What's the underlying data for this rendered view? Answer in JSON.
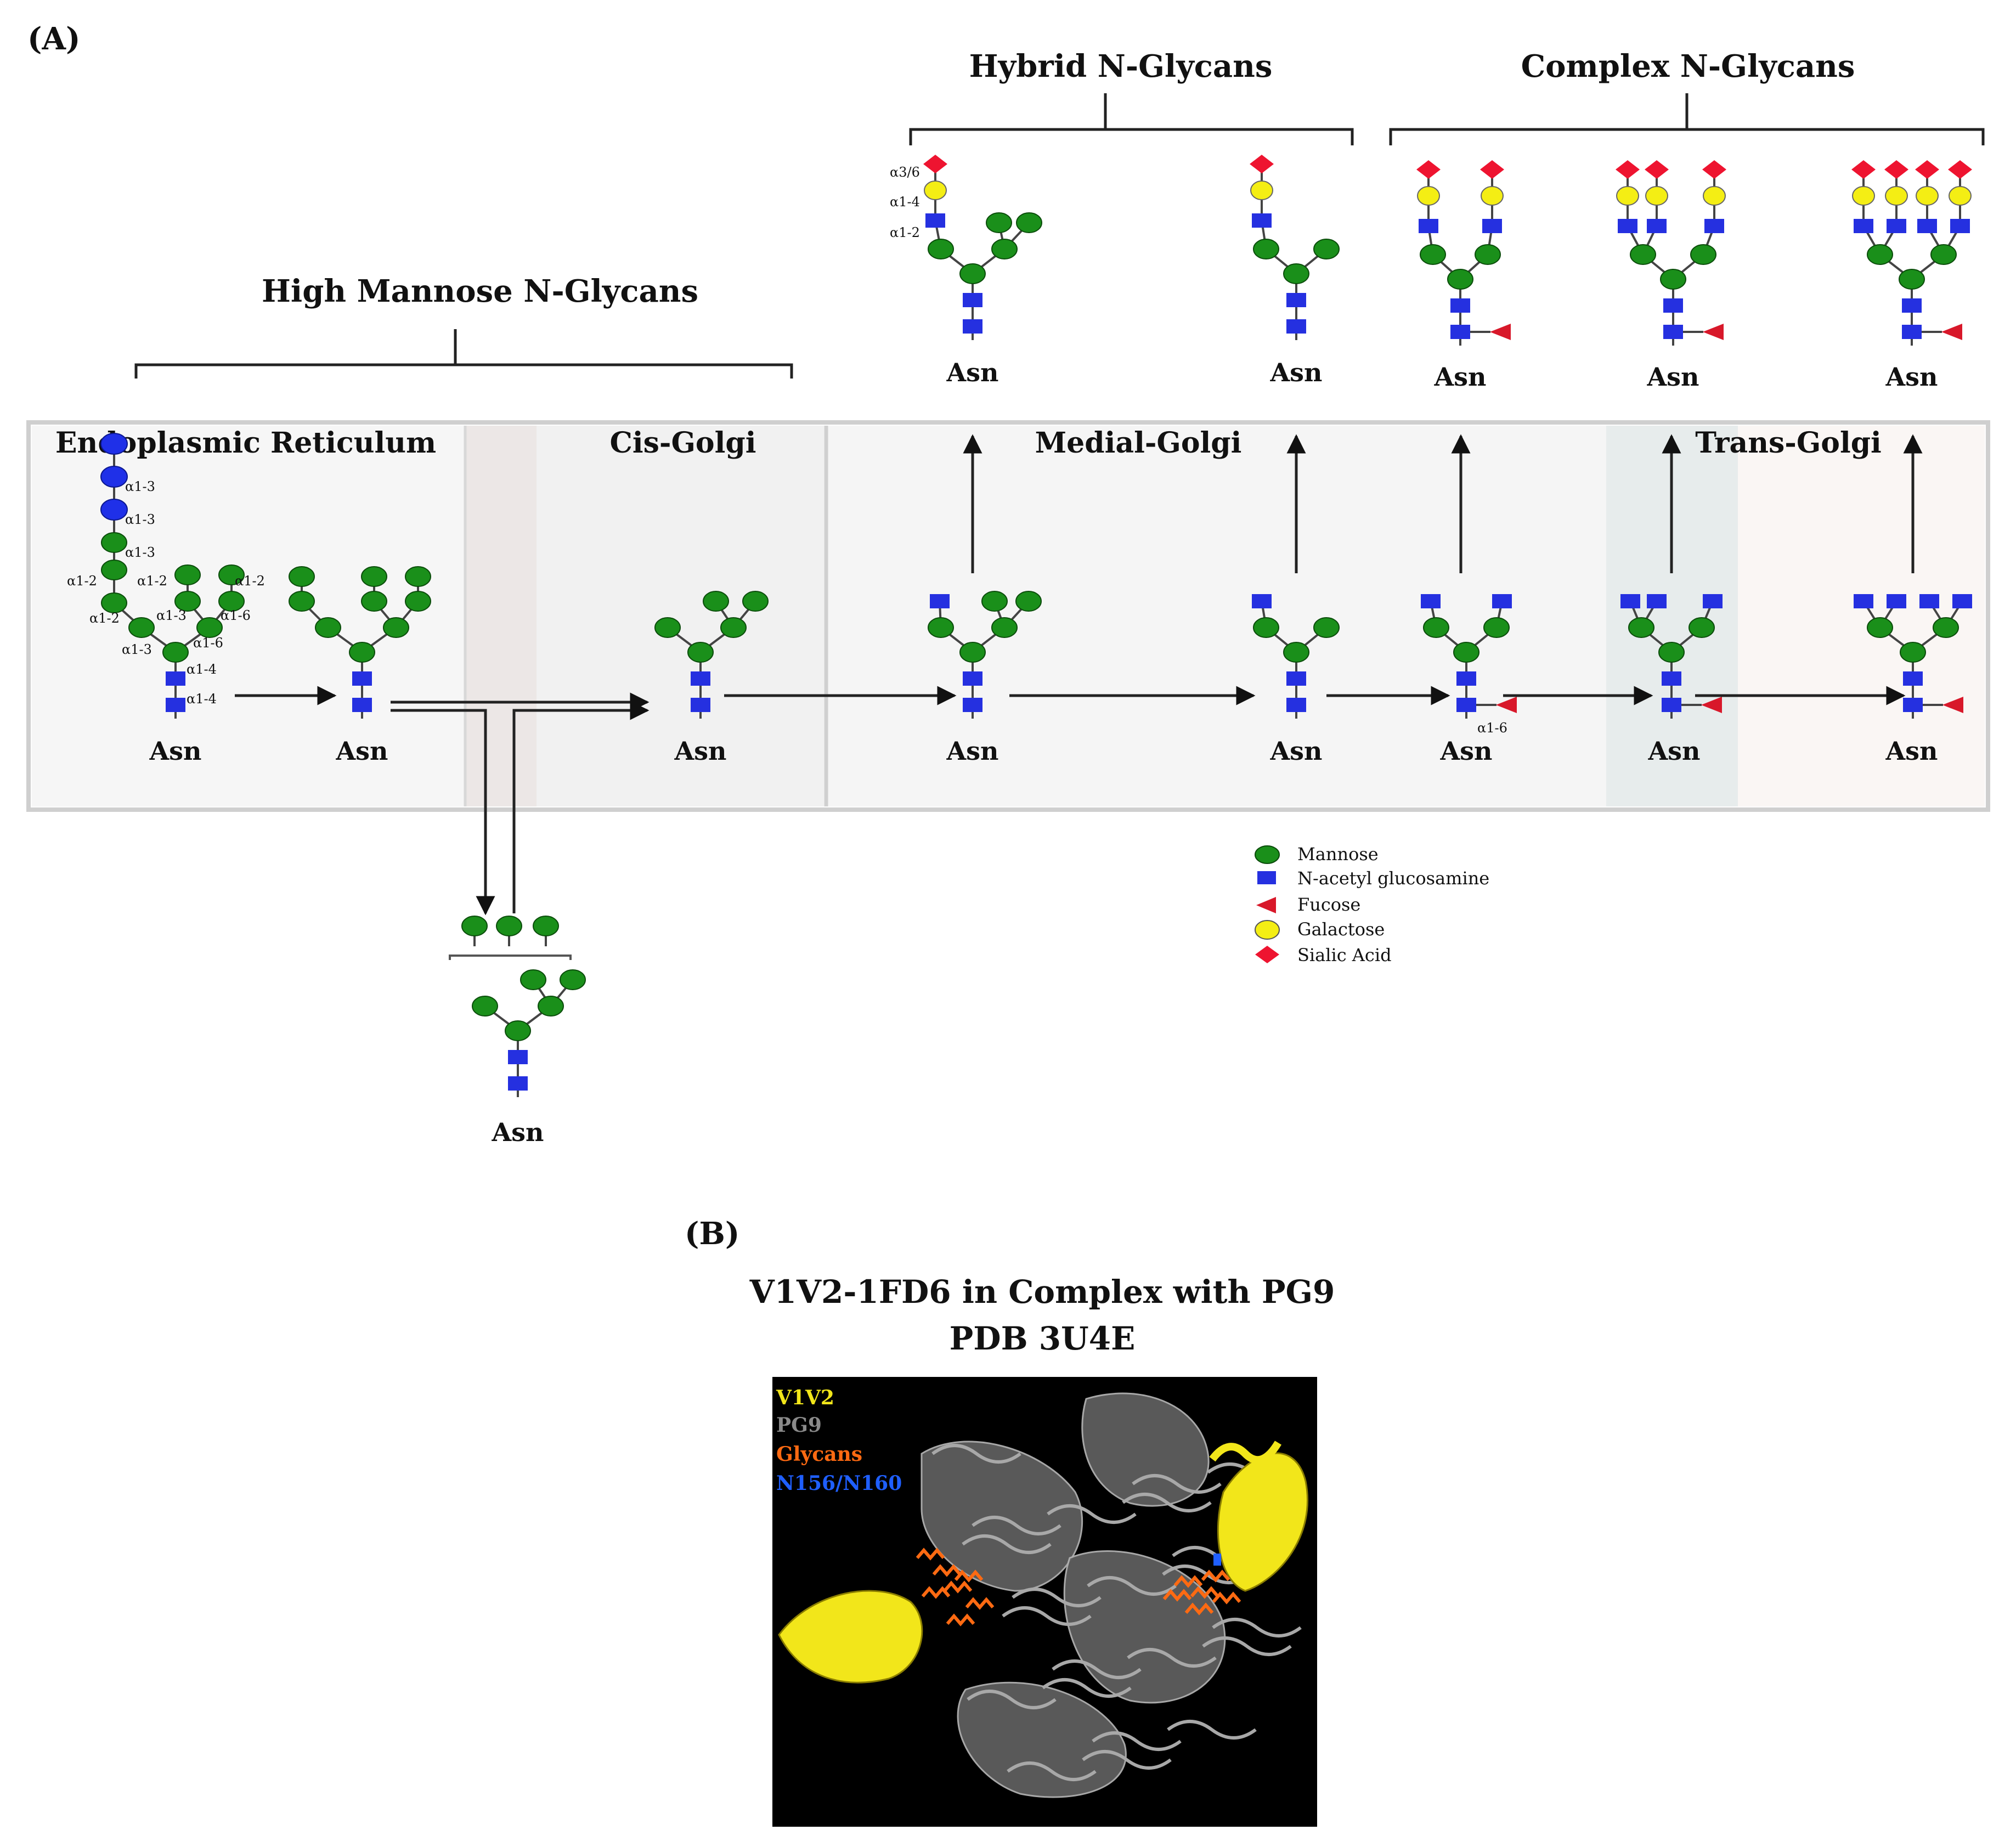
{
  "panel_a": {
    "label": "(A)",
    "groups": {
      "high_mannose": "High Mannose N-Glycans",
      "hybrid": "Hybrid N-Glycans",
      "complex": "Complex N-Glycans"
    },
    "compartments": {
      "er": "Endoplasmic Reticulum",
      "cis": "Cis-Golgi",
      "medial": "Medial-Golgi",
      "trans": "Trans-Golgi"
    },
    "asn": "Asn",
    "linkages": {
      "a13": "α1-3",
      "a12": "α1-2",
      "a16": "α1-6",
      "a14": "α1-4",
      "a36": "α3/6"
    },
    "legend": {
      "mannose": "Mannose",
      "glcnac": "N-acetyl glucosamine",
      "fucose": "Fucose",
      "galactose": "Galactose",
      "sialic": "Sialic Acid"
    },
    "colors": {
      "mannose": "#1a8f1a",
      "glcnac": "#2530e0",
      "fucose": "#d8182a",
      "galactose": "#f4ee14",
      "sialic": "#ee1430",
      "glucose": "#1f30e8"
    }
  },
  "panel_b": {
    "label": "(B)",
    "title_line1": "V1V2-1FD6 in Complex with PG9",
    "title_line2": "PDB 3U4E",
    "legend": {
      "v1v2": "V1V2",
      "pg9": "PG9",
      "glycans": "Glycans",
      "n156": "N156/N160"
    },
    "colors": {
      "v1v2": "#f2e61a",
      "pg9": "#8a8a8a",
      "glycans": "#ff6a12",
      "n156": "#1f5fff",
      "background": "#000000"
    }
  }
}
